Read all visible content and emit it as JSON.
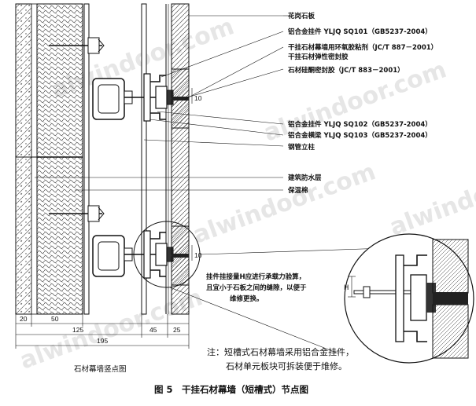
{
  "labels": {
    "granite": "花岗石板",
    "alu_pendant_101": "铝合金挂件 YLJQ SQ101（GB5237-2004）",
    "epoxy_1": "干挂石材幕墙用环氧胶粘剂（JC/T 887－2001）",
    "epoxy_2": "干挂石材弹性密封胶",
    "sealant": "石材硅酮密封胶（JC/T 883－2001）",
    "alu_pendant_102": "铝合金挂件 YLJQ SQ102（GB5237-2004）",
    "alu_beam_103": "铝合金横梁 YLJQ SQ103（GB5237-2004）",
    "steel_column": "钢管立柱",
    "waterproof": "建筑防水层",
    "insulation": "保温棉"
  },
  "detail_note": {
    "line1": "挂件挂接量H应进行承载力验算，",
    "line2": "且宜小于石板之间的缝隙，以便于",
    "line3": "维修更换。"
  },
  "dimension_labels": {
    "h_top": "10",
    "h_mid": "10",
    "h_detail": "H",
    "d20": "20",
    "d50": "50",
    "d125": "125",
    "d45": "45",
    "d25": "25",
    "d195": "195"
  },
  "note": {
    "line1": "注：短槽式石材幕墙采用铝合金挂件，",
    "line2": "石材单元板块可拆装便于维修。"
  },
  "subtitle": "石材幕墙竖点图",
  "caption": "图 5　干挂石材幕墙（短槽式）节点图",
  "watermark": "alwindoor.com"
}
